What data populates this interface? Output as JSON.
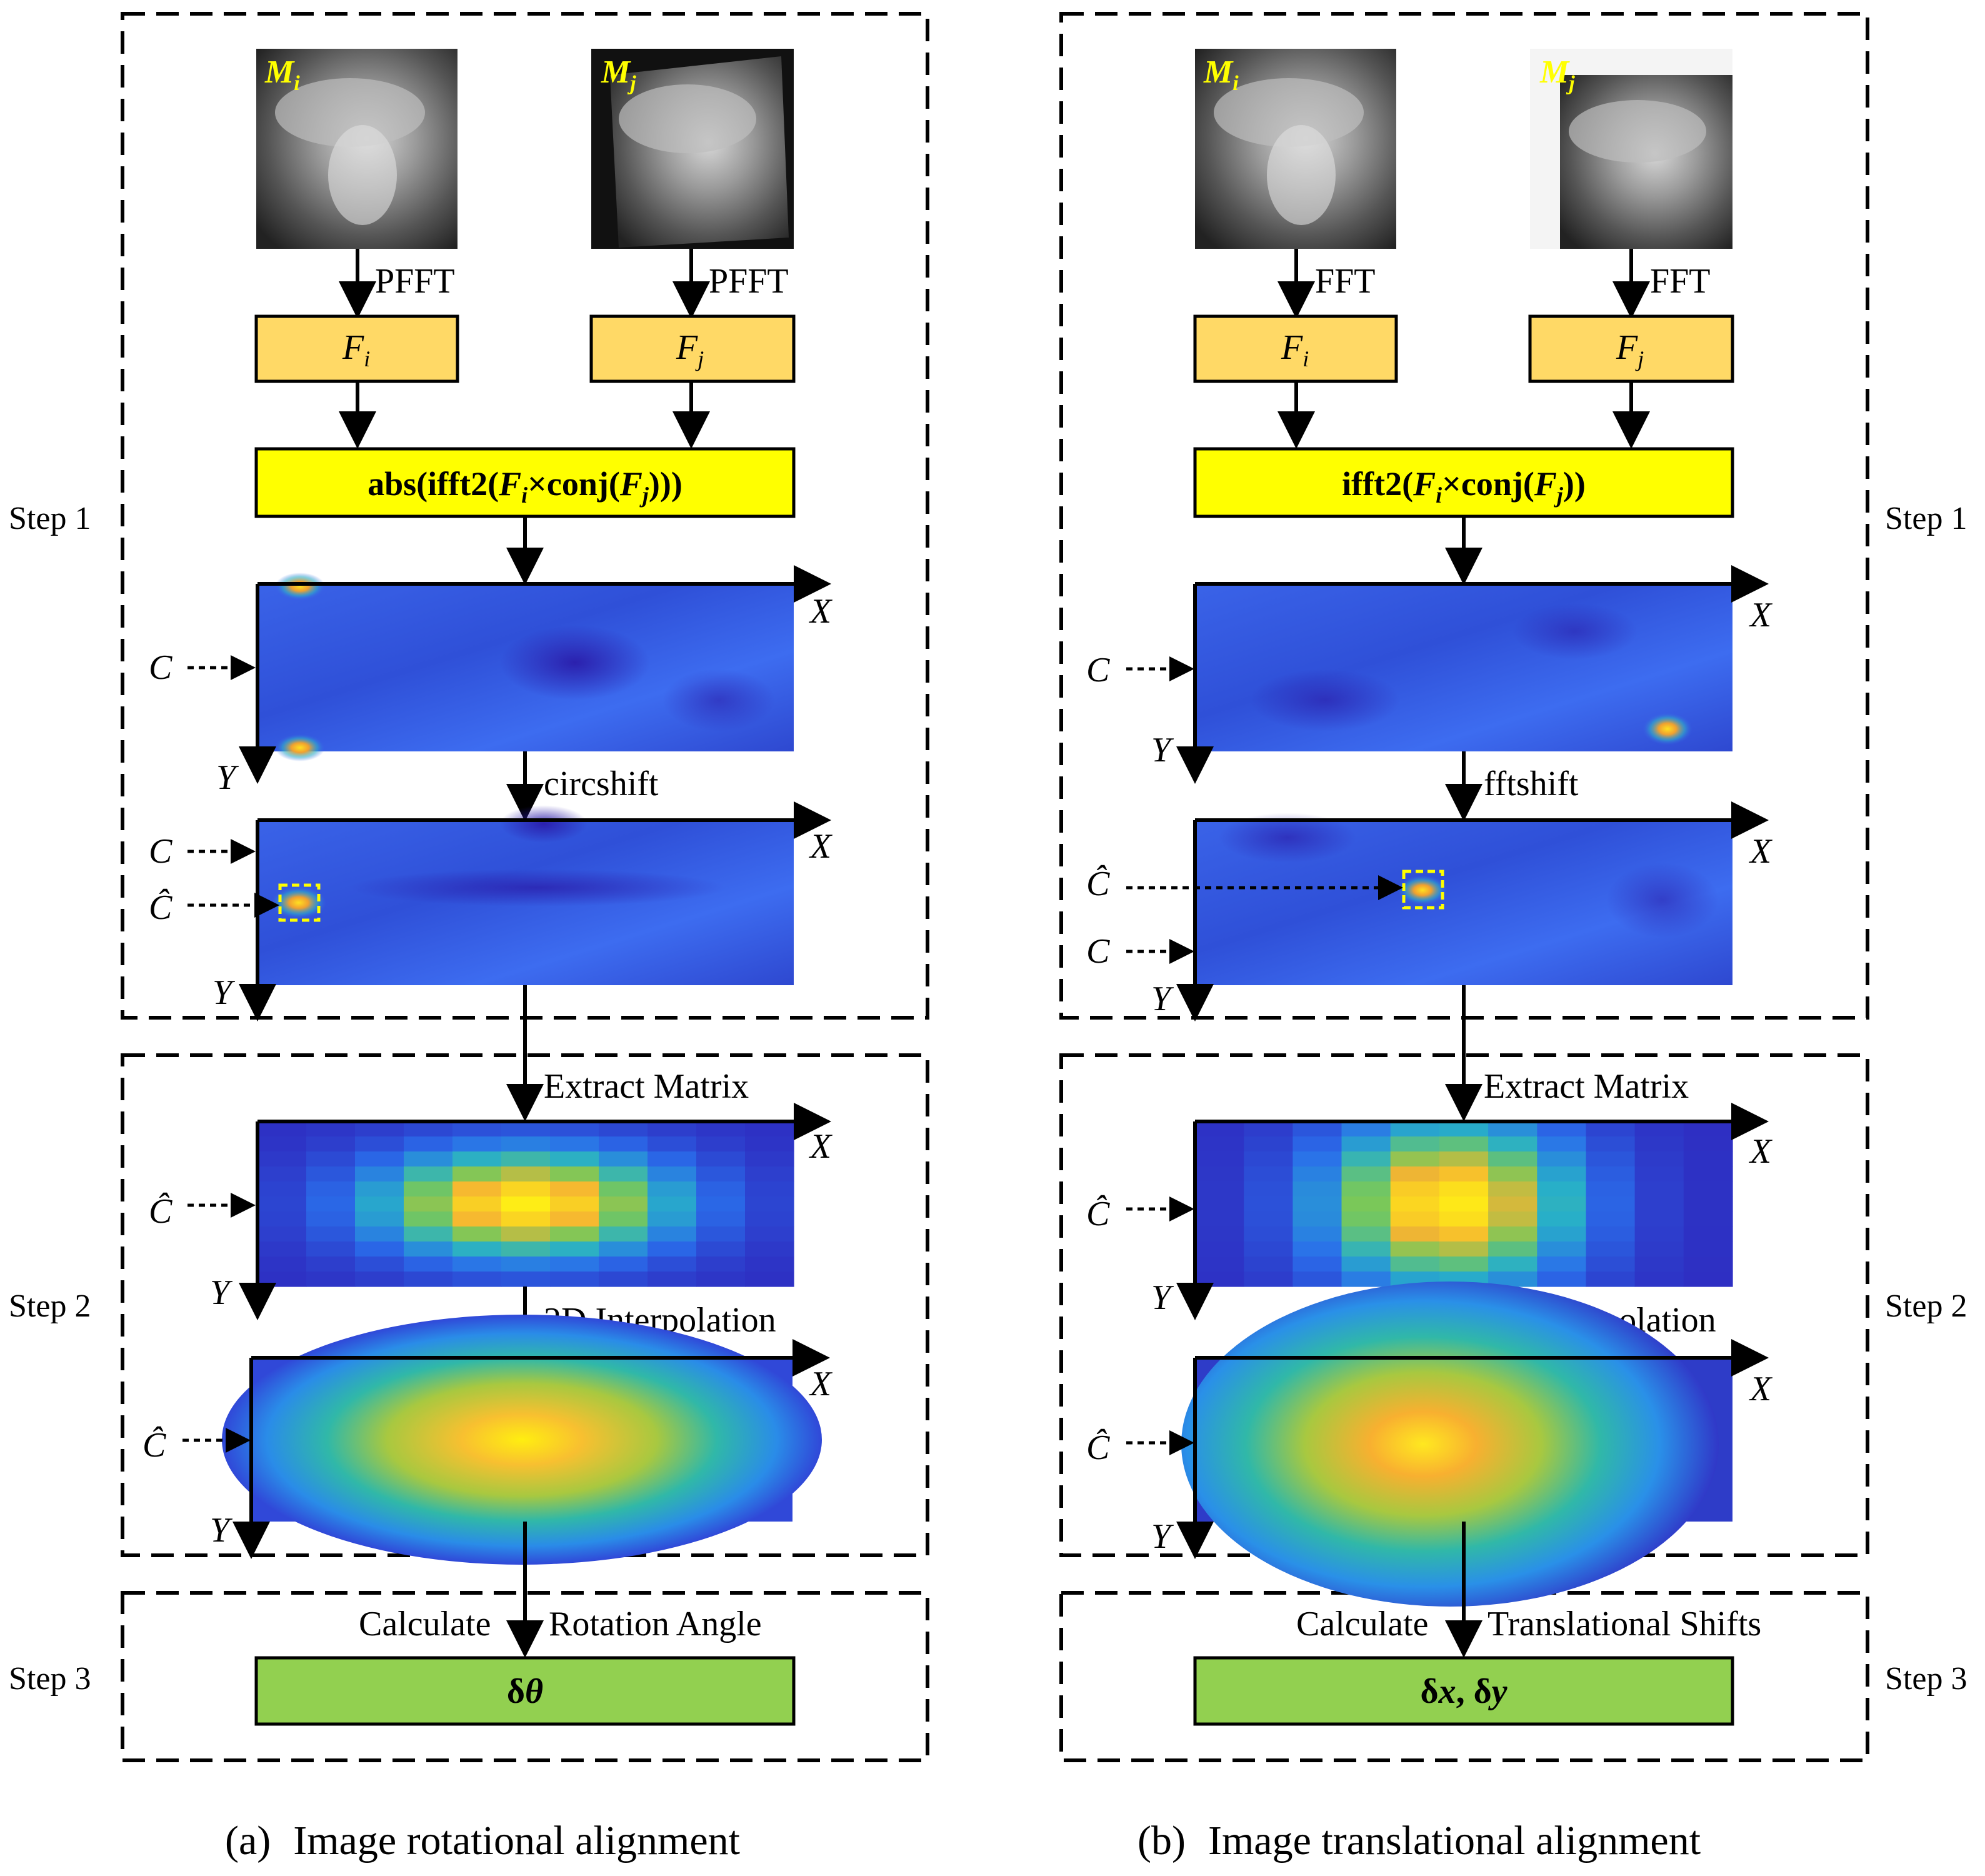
{
  "panels": [
    {
      "id": "a",
      "caption_letter": "(a)",
      "caption_text": "Image rotational alignment",
      "step_labels": [
        "Step 1",
        "Step 2",
        "Step 3"
      ],
      "image_i": {
        "label": "M",
        "sub": "i"
      },
      "image_j": {
        "label": "M",
        "sub": "j"
      },
      "transform_i": "PFFT",
      "transform_j": "PFFT",
      "box_i": {
        "label": "F",
        "sub": "i"
      },
      "box_j": {
        "label": "F",
        "sub": "j"
      },
      "formula": {
        "pre": "abs(ifft2(",
        "f1": "F",
        "s1": "i",
        "mid": "×conj(",
        "f2": "F",
        "s2": "j",
        "post": ")))"
      },
      "shift_label": "circshift",
      "extract_label": "Extract Matrix",
      "interp_label": "2D Interpolation",
      "calc_left": "Calculate",
      "calc_right": "Rotation Angle",
      "result": {
        "delta": "δ",
        "var": "θ"
      },
      "axis_x": "X",
      "axis_y": "Y",
      "center_label": "C",
      "peak_label": "Ĉ"
    },
    {
      "id": "b",
      "caption_letter": "(b)",
      "caption_text": "Image translational alignment",
      "step_labels": [
        "Step 1",
        "Step 2",
        "Step 3"
      ],
      "image_i": {
        "label": "M",
        "sub": "i"
      },
      "image_j": {
        "label": "M",
        "sub": "j"
      },
      "transform_i": "FFT",
      "transform_j": "FFT",
      "box_i": {
        "label": "F",
        "sub": "i"
      },
      "box_j": {
        "label": "F",
        "sub": "j"
      },
      "formula": {
        "pre": "ifft2(",
        "f1": "F",
        "s1": "i",
        "mid": "×conj(",
        "f2": "F",
        "s2": "j",
        "post": "))"
      },
      "shift_label": "fftshift",
      "extract_label": "Extract Matrix",
      "interp_label": "2D Interpolation",
      "calc_left": "Calculate",
      "calc_right": "Translational Shifts",
      "result": {
        "d1": "δ",
        "v1": "x",
        "sep": ", ",
        "d2": "δ",
        "v2": "y"
      },
      "axis_x": "X",
      "axis_y": "Y",
      "center_label": "C",
      "peak_label": "Ĉ"
    }
  ],
  "colors": {
    "box_orange": "#ffd966",
    "formula_yellow": "#ffff00",
    "result_green": "#92d050",
    "peak_outline": "#ffff00",
    "map_blue": "#3050e0"
  }
}
